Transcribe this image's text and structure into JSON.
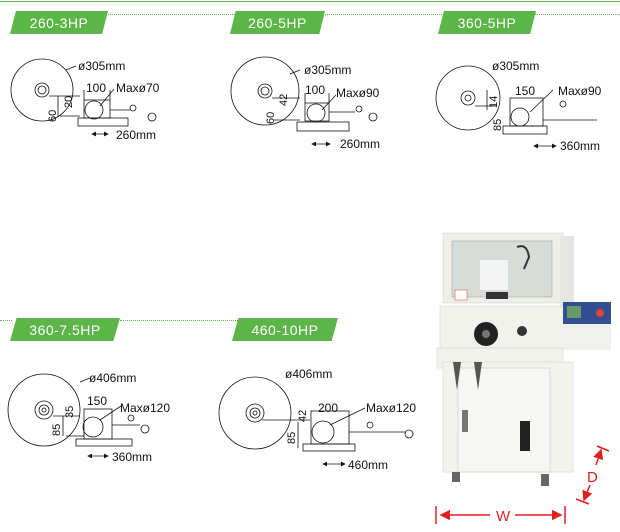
{
  "colors": {
    "accent": "#5cb547",
    "dimension_arrow": "#e02020"
  },
  "models": [
    {
      "name": "260-3HP",
      "blade_diameter": "ø305mm",
      "vise_width": "100",
      "max_capacity": "Maxø70",
      "height_upper": "20",
      "height_lower": "60",
      "stroke": "260mm"
    },
    {
      "name": "260-5HP",
      "blade_diameter": "ø305mm",
      "vise_width": "100",
      "max_capacity": "Maxø90",
      "height_upper": "42",
      "height_lower": "60",
      "stroke": "260mm"
    },
    {
      "name": "360-5HP",
      "blade_diameter": "ø305mm",
      "vise_width": "150",
      "max_capacity": "Maxø90",
      "height_upper": "14",
      "height_lower": "85",
      "stroke": "360mm"
    },
    {
      "name": "360-7.5HP",
      "blade_diameter": "ø406mm",
      "vise_width": "150",
      "max_capacity": "Maxø120",
      "height_upper": "35",
      "height_lower": "85",
      "stroke": "360mm"
    },
    {
      "name": "460-10HP",
      "blade_diameter": "ø406mm",
      "vise_width": "200",
      "max_capacity": "Maxø120",
      "height_upper": "42",
      "height_lower": "85",
      "stroke": "460mm"
    }
  ],
  "machine": {
    "width_label": "W",
    "depth_label": "D"
  }
}
